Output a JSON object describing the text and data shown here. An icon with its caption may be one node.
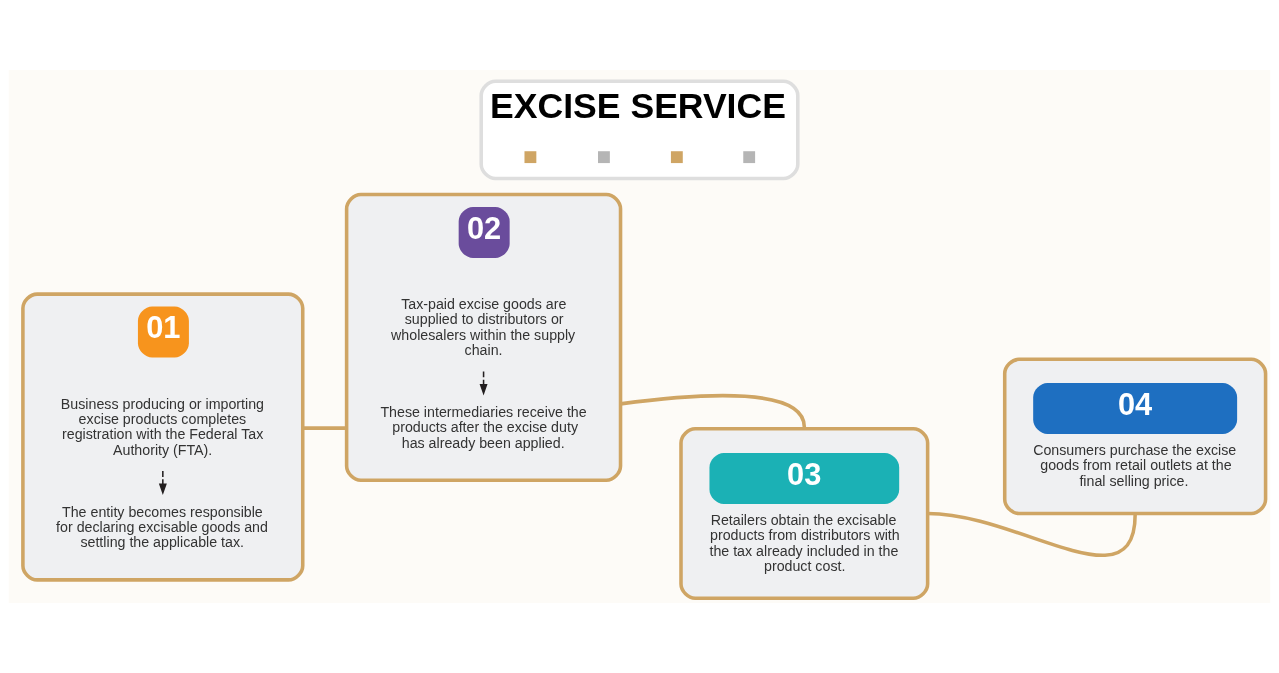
{
  "diagram": {
    "title": "EXCISE SERVICE",
    "nodes": [
      {
        "text": [
          "01"
        ]
      },
      {
        "text": [
          "Business producing or importing excise products completes registration with the Federal Tax Authority (FTA)."
        ],
        "in": 0
      },
      {
        "text": [
          "The entity becomes responsible for declaring excisable goods and settling the applicable tax."
        ],
        "in": 0
      },
      {
        "text": [
          "02"
        ]
      },
      {
        "text": [
          "Tax-paid excise goods are supplied to distributors or wholesalers within the supply chain."
        ],
        "in": 3
      },
      {
        "text": [
          "These intermediaries receive the products after the excise duty has already been applied."
        ],
        "in": 3
      },
      {
        "text": [
          "03",
          "Retailers obtain the excisable products from distributors with the tax already included in the product cost."
        ]
      },
      {
        "text": [
          "04",
          "Consumers purchase the excise goods from retail outlets at the final selling price."
        ]
      }
    ],
    "edges": [
      {
        "from": 1,
        "to": 2,
        "arrow": "to",
        "style": "dashed",
        "color": "#231f20"
      },
      {
        "from": 4,
        "to": 5,
        "arrow": "to",
        "style": "dashed",
        "color": "#231f20"
      },
      {
        "from": 0,
        "to": 3,
        "arrow": "none"
      },
      {
        "from": 3,
        "to": 6,
        "arrow": "none"
      },
      {
        "from": 6,
        "to": 7,
        "arrow": "none"
      }
    ]
  }
}
